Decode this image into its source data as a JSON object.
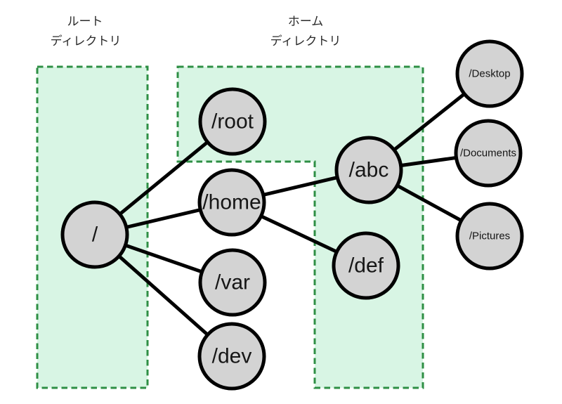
{
  "figure": {
    "type": "filesystem-tree-diagram",
    "background": "#ffffff",
    "colors": {
      "region_fill": "#d8f5e4",
      "region_stroke": "#2e8f44",
      "node_fill": "#d3d3d3",
      "node_stroke": "#000000",
      "edge_stroke": "#000000",
      "label_text": "#2a2a2a",
      "node_text": "#161616"
    },
    "region_labels": [
      {
        "id": "root-directory",
        "line1": "ルート",
        "line2": "ディレクトリ"
      },
      {
        "id": "home-directory",
        "line1": "ホーム",
        "line2": "ディレクトリ"
      }
    ],
    "nodes": [
      {
        "id": "slash",
        "label": "/"
      },
      {
        "id": "root",
        "label": "/root"
      },
      {
        "id": "home",
        "label": "/home"
      },
      {
        "id": "var",
        "label": "/var"
      },
      {
        "id": "dev",
        "label": "/dev"
      },
      {
        "id": "abc",
        "label": "/abc"
      },
      {
        "id": "def",
        "label": "/def"
      },
      {
        "id": "desktop",
        "label": "/Desktop"
      },
      {
        "id": "documents",
        "label": "/Documents"
      },
      {
        "id": "pictures",
        "label": "/Pictures"
      }
    ],
    "edges": [
      {
        "from": "/",
        "to": "/root"
      },
      {
        "from": "/",
        "to": "/home"
      },
      {
        "from": "/",
        "to": "/var"
      },
      {
        "from": "/",
        "to": "/dev"
      },
      {
        "from": "/home",
        "to": "/abc"
      },
      {
        "from": "/home",
        "to": "/def"
      },
      {
        "from": "/abc",
        "to": "/Desktop"
      },
      {
        "from": "/abc",
        "to": "/Documents"
      },
      {
        "from": "/abc",
        "to": "/Pictures"
      }
    ]
  }
}
